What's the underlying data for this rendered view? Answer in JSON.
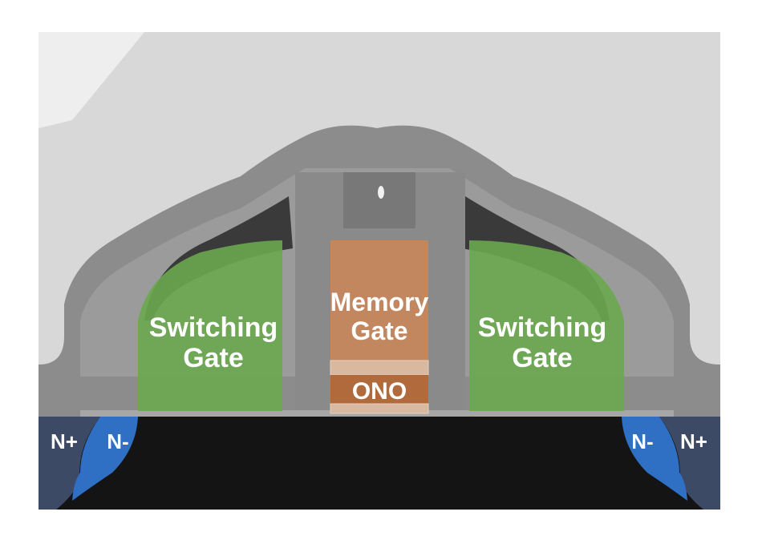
{
  "labels": {
    "switching_gate_left": [
      "Switching",
      "Gate"
    ],
    "switching_gate_right": [
      "Switching",
      "Gate"
    ],
    "memory_gate": [
      "Memory",
      "Gate"
    ],
    "ono": "ONO",
    "n_plus_left": "N+",
    "n_minus_left": "N-",
    "n_minus_right": "N-",
    "n_plus_right": "N+"
  },
  "colors": {
    "switching_gate": "#6aa84f",
    "memory_gate": "#c8875b",
    "ono_layer": "#b06a3c",
    "n_plus": "#3d4a66",
    "n_minus": "#2f6fc4",
    "substrate": "#111111",
    "oxide_light": "#d9d9d9",
    "gate_outline": "#7a7a7a"
  }
}
